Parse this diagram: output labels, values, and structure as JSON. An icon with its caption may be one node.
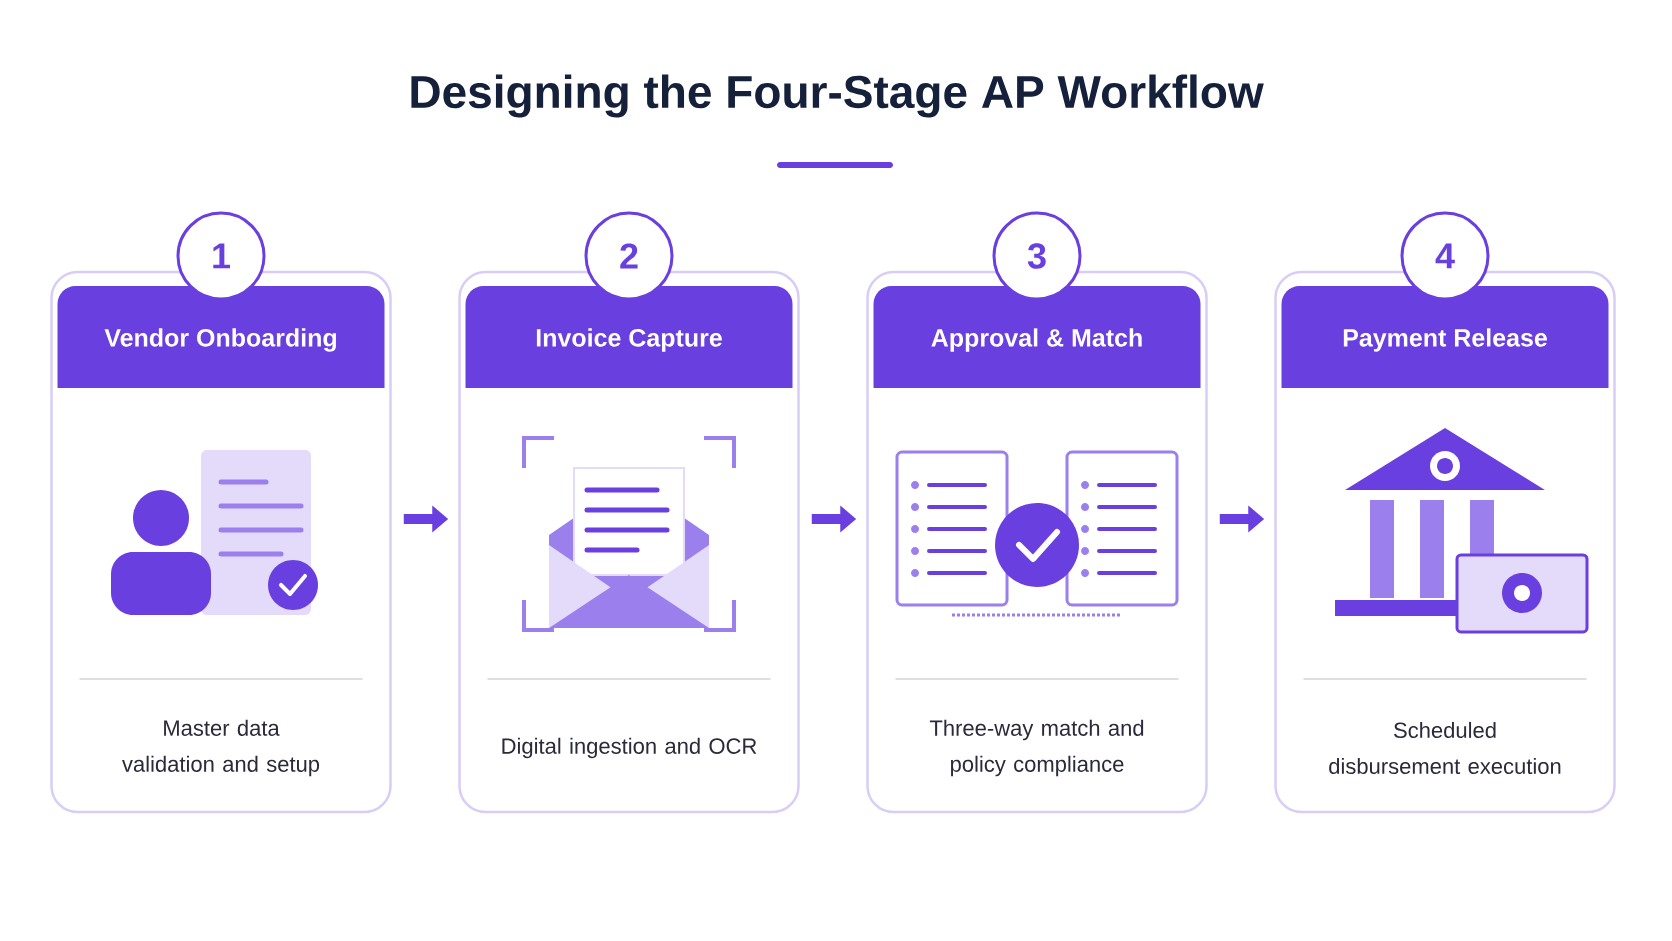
{
  "diagram": {
    "title": "Designing the Four-Stage AP Workflow",
    "nodes": [
      {
        "text": [
          "1",
          "Vendor Onboarding",
          "Master data validation and setup"
        ]
      },
      {
        "text": [
          "2",
          "Invoice Capture",
          "Digital ingestion and OCR"
        ]
      },
      {
        "text": [
          "3",
          "Approval & Match",
          "Three-way match and policy compliance"
        ]
      },
      {
        "text": [
          "4",
          "Payment Release",
          "Scheduled disbursement execution"
        ]
      }
    ],
    "edges": [
      {
        "from": 0,
        "to": 1,
        "arrow": "to"
      },
      {
        "from": 1,
        "to": 2,
        "arrow": "to"
      },
      {
        "from": 2,
        "to": 3,
        "arrow": "to"
      }
    ]
  }
}
